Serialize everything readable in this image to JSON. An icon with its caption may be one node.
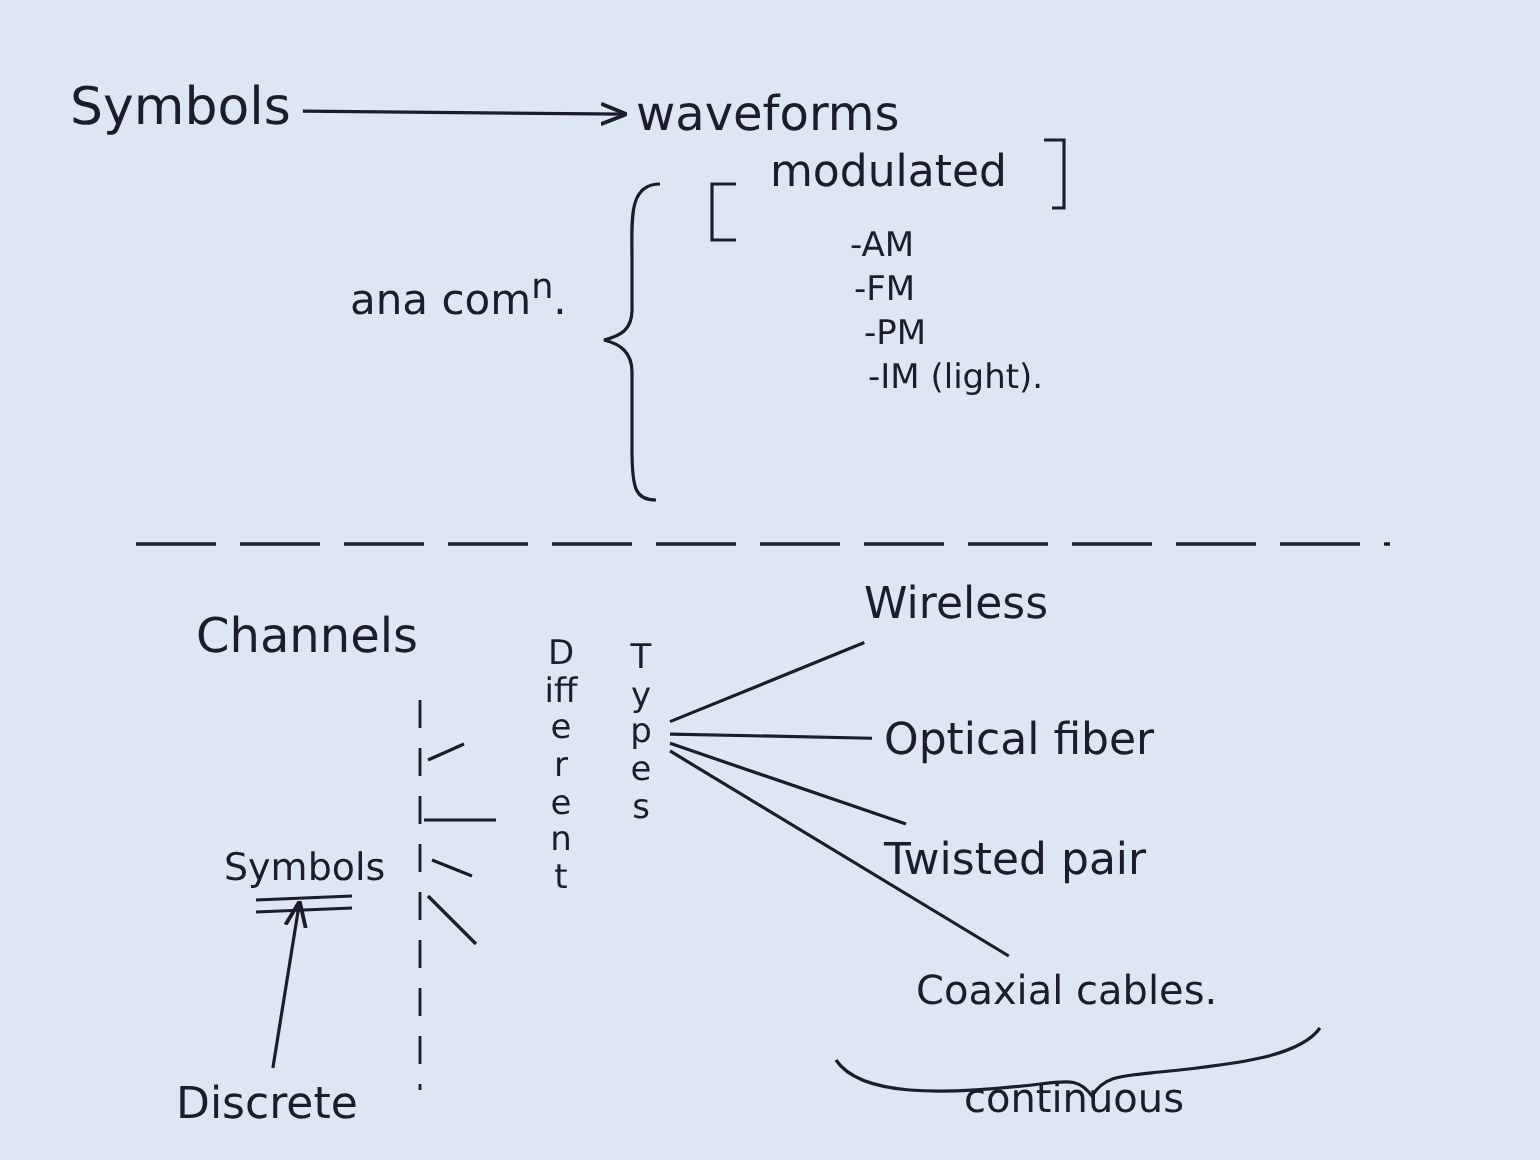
{
  "diagram": {
    "nodes": [
      {
        "text": [
          "Symbols"
        ]
      },
      {
        "text": [
          "waveforms"
        ]
      },
      {
        "text": [
          "Symbols"
        ]
      },
      {
        "text": [
          "Discrete"
        ]
      },
      {
        "text": [
          "Different"
        ]
      },
      {
        "text": [
          "Types"
        ]
      },
      {
        "text": [
          "Wireless"
        ]
      },
      {
        "text": [
          "Optical fiber"
        ]
      },
      {
        "text": [
          "Twisted pair"
        ]
      },
      {
        "text": [
          "Coaxial cables."
        ]
      }
    ],
    "edges": [
      {
        "from": 0,
        "to": 1,
        "arrow": "to"
      },
      {
        "from": 3,
        "to": 2,
        "arrow": "to"
      },
      {
        "from": 5,
        "to": 6,
        "arrow": "none"
      },
      {
        "from": 5,
        "to": 7,
        "arrow": "none"
      },
      {
        "from": 5,
        "to": 8,
        "arrow": "none"
      },
      {
        "from": 5,
        "to": 9,
        "arrow": "none"
      }
    ],
    "labels": [
      "modulated",
      "ana com$^{n}$.",
      "-AM",
      "-FM",
      "-PM",
      "-IM (light).",
      "Channels",
      "continuous"
    ]
  }
}
